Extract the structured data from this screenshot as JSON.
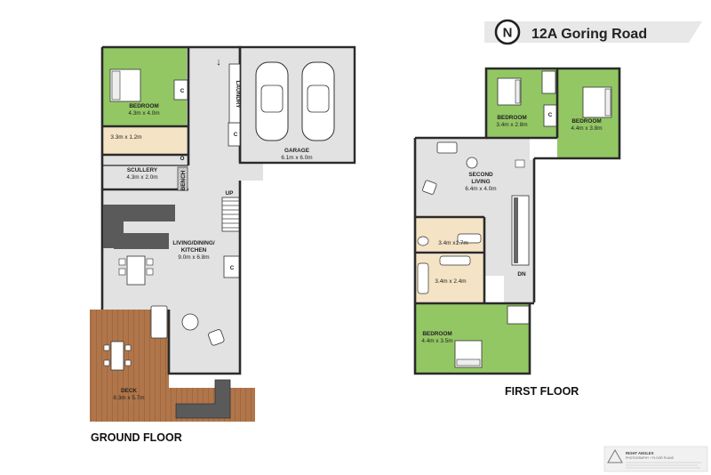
{
  "header": {
    "address": "12A Goring Road",
    "north_letter": "N"
  },
  "ground_floor": {
    "title": "GROUND FLOOR",
    "bedroom": {
      "name": "BEDROOM",
      "dims": "4.3m x 4.0m"
    },
    "bath": {
      "dims": "3.3m x 1.2m"
    },
    "scullery": {
      "name": "SCULLERY",
      "dims": "4.3m x 2.0m"
    },
    "bench": "BENCH",
    "living": {
      "name1": "LIVING/DINING/",
      "name2": "KITCHEN",
      "dims": "9.0m x 6.8m"
    },
    "garage": {
      "name": "GARAGE",
      "dims": "6.1m x 6.0m"
    },
    "laundry": "LAUNDRY",
    "deck": {
      "name": "DECK",
      "dims": "8.3m x 5.7m"
    },
    "up": "UP",
    "closet": "C",
    "oven": "O"
  },
  "first_floor": {
    "title": "FIRST FLOOR",
    "bedroom_a": {
      "name": "BEDROOM",
      "dims": "3.4m x 2.8m"
    },
    "bedroom_b": {
      "name": "BEDROOM",
      "dims": "4.4m x 3.8m"
    },
    "second_living": {
      "name1": "SECOND",
      "name2": "LIVING",
      "dims": "6.4m x 4.0m"
    },
    "bath_a": {
      "dims": "3.4m x1.7m"
    },
    "bath_b": {
      "dims": "3.4m x 2.4m"
    },
    "bedroom_c": {
      "name": "BEDROOM",
      "dims": "4.4m x 3.5m"
    },
    "dn": "DN",
    "closet": "C"
  },
  "logo": {
    "title": "RIGHT ANGLES",
    "subtitle": "PHOTOGRAPHY + FLOOR PLANS"
  },
  "colors": {
    "bedroom": "#93c764",
    "living": "#e2e2e2",
    "wet": "#f4e3c4",
    "deck": "#b0764a",
    "wall": "#2a2a2a"
  }
}
